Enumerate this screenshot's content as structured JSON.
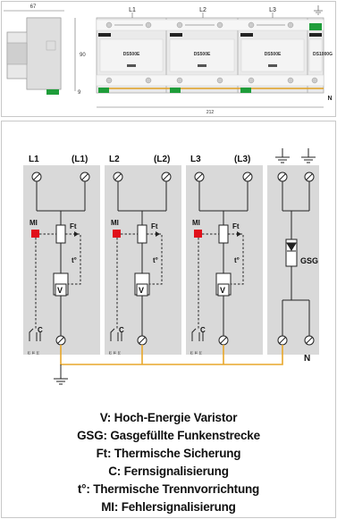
{
  "top_view": {
    "dim_width_side": "67",
    "dim_height": "90",
    "dim_depth": "9",
    "dim_total_width": "212",
    "phase_labels": [
      "L1",
      "L2",
      "L3"
    ],
    "module_labels": [
      "DS500E",
      "DS500E",
      "DS500E",
      "DS1000G"
    ],
    "n_label": "N",
    "colors": {
      "module_body": "#ececec",
      "green": "#1f9d3a",
      "orange": "#e0a020",
      "dark": "#333333"
    }
  },
  "schematic": {
    "phases": [
      {
        "left": "L1",
        "right": "(L1)",
        "mi": "MI",
        "ft": "Ft",
        "t": "t°",
        "v": "V",
        "c": "C"
      },
      {
        "left": "L2",
        "right": "(L2)",
        "mi": "MI",
        "ft": "Ft",
        "t": "t°",
        "v": "V",
        "c": "C"
      },
      {
        "left": "L3",
        "right": "(L3)",
        "mi": "MI",
        "ft": "Ft",
        "t": "t°",
        "v": "V",
        "c": "C"
      }
    ],
    "gsg_label": "GSG",
    "n_label": "N",
    "terminal_numbers": [
      "12",
      "11",
      "14"
    ],
    "colors": {
      "panel": "#d9d9d9",
      "red": "#e0101a",
      "orange": "#e8a72a",
      "wire": "#222222"
    }
  },
  "legend": [
    "V: Hoch-Energie Varistor",
    "GSG: Gasgefüllte Funkenstrecke",
    "Ft: Thermische Sicherung",
    "C: Fernsignalisierung",
    "t°: Thermische Trennvorrichtung",
    "MI: Fehlersignalisierung"
  ]
}
